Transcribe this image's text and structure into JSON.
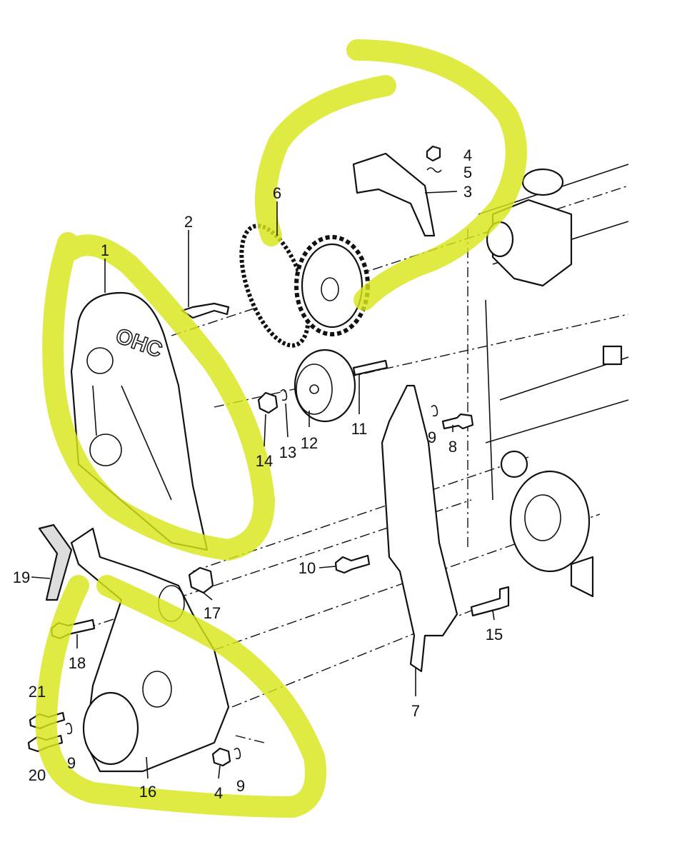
{
  "diagram": {
    "cover_text": "OHC",
    "highlight_color": "#d8e61a",
    "callouts": [
      {
        "id": "c1",
        "text": "1"
      },
      {
        "id": "c2",
        "text": "2"
      },
      {
        "id": "c3",
        "text": "3"
      },
      {
        "id": "c4a",
        "text": "4"
      },
      {
        "id": "c5",
        "text": "5"
      },
      {
        "id": "c6",
        "text": "6"
      },
      {
        "id": "c7",
        "text": "7"
      },
      {
        "id": "c8",
        "text": "8"
      },
      {
        "id": "c9a",
        "text": "9"
      },
      {
        "id": "c10",
        "text": "10"
      },
      {
        "id": "c11",
        "text": "11"
      },
      {
        "id": "c12",
        "text": "12"
      },
      {
        "id": "c13",
        "text": "13"
      },
      {
        "id": "c14",
        "text": "14"
      },
      {
        "id": "c15",
        "text": "15"
      },
      {
        "id": "c16",
        "text": "16"
      },
      {
        "id": "c17",
        "text": "17"
      },
      {
        "id": "c18",
        "text": "18"
      },
      {
        "id": "c19",
        "text": "19"
      },
      {
        "id": "c20",
        "text": "20"
      },
      {
        "id": "c21",
        "text": "21"
      },
      {
        "id": "c9b",
        "text": "9"
      },
      {
        "id": "c4b",
        "text": "4"
      },
      {
        "id": "c9c",
        "text": "9"
      }
    ]
  }
}
